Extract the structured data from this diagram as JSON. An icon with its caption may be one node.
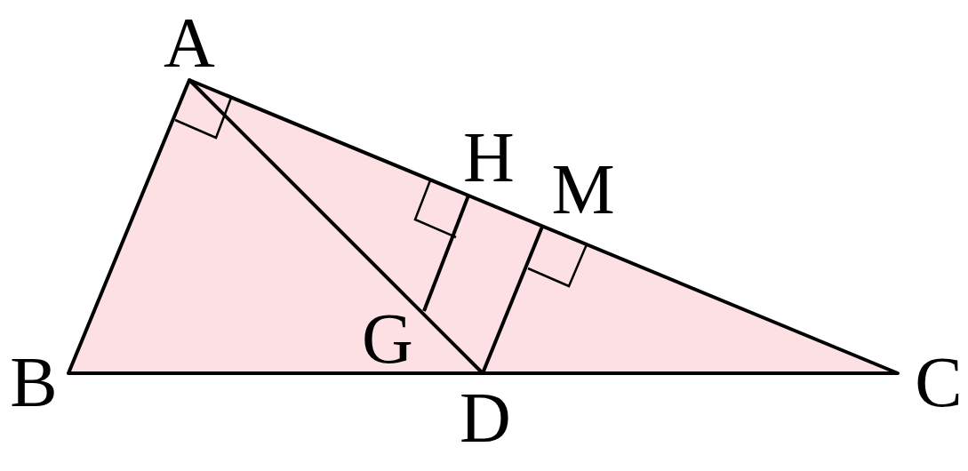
{
  "diagram": {
    "labels": [
      "A",
      "H",
      "M",
      "G",
      "B",
      "C",
      "D"
    ]
  }
}
